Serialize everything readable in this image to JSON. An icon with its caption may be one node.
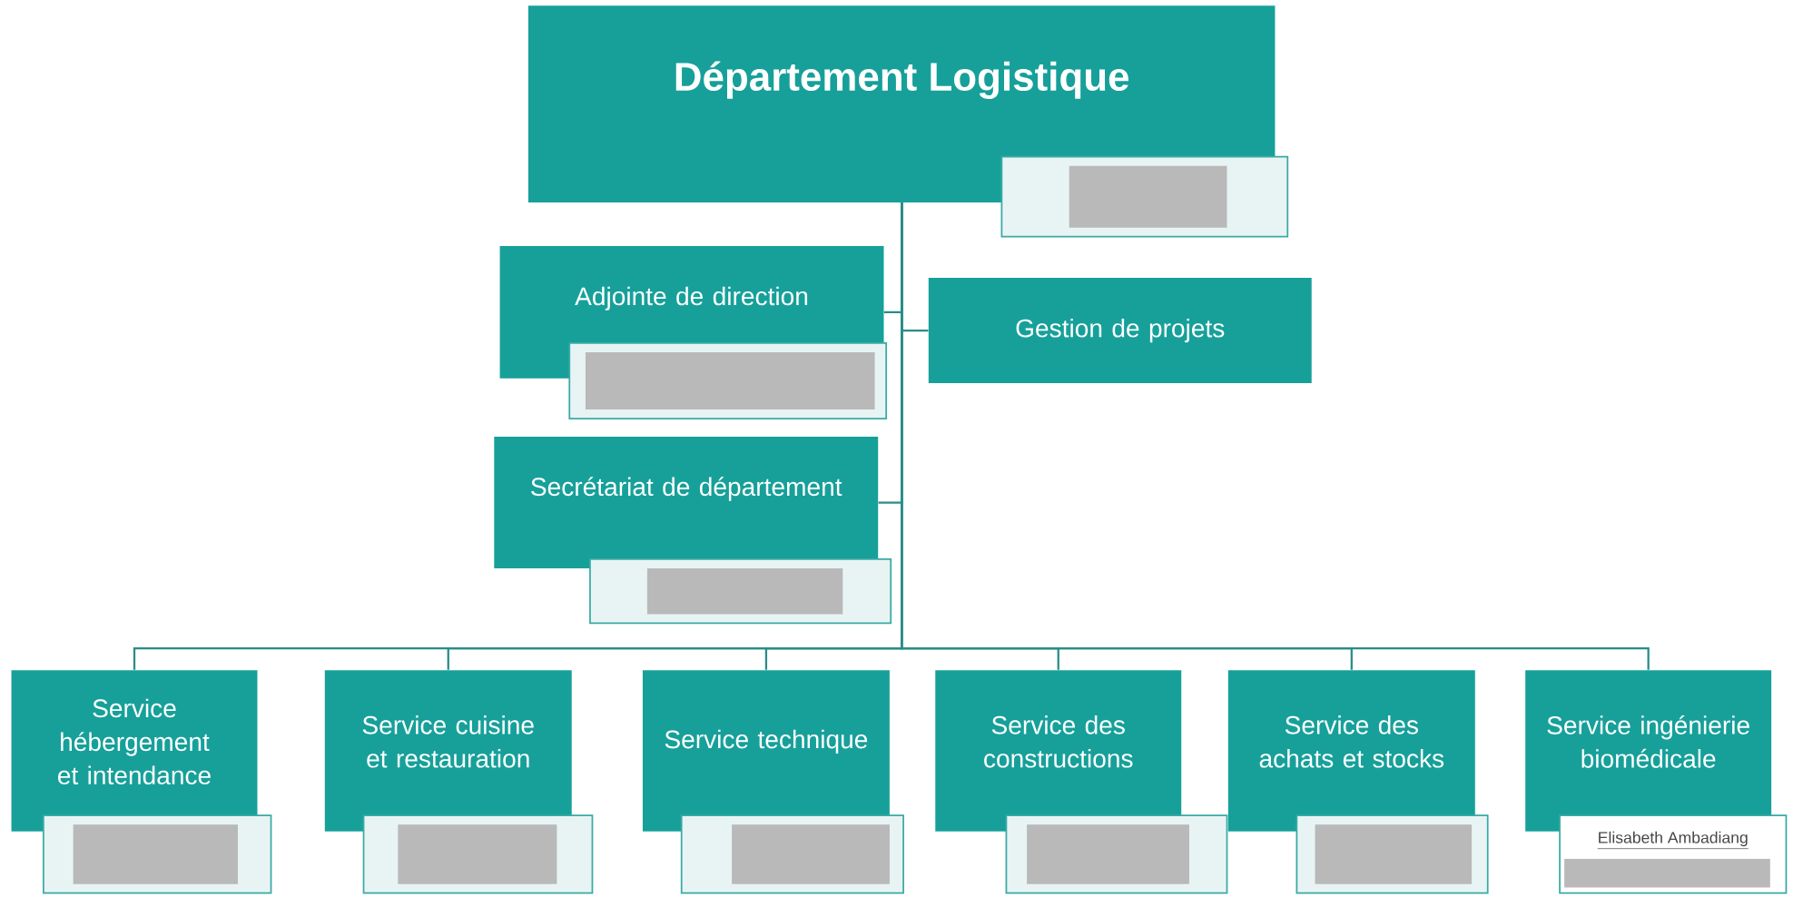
{
  "diagram": {
    "nodes": [
      {
        "text": [
          "Département Logistique"
        ]
      },
      {
        "text": [
          "Adjointe de direction"
        ]
      },
      {
        "text": [
          "Gestion de projets"
        ]
      },
      {
        "text": [
          "Secrétariat de département"
        ]
      },
      {
        "text": [
          "Service hébergement et intendance"
        ]
      },
      {
        "text": [
          "Service cuisine et restauration"
        ]
      },
      {
        "text": [
          "Service technique"
        ]
      },
      {
        "text": [
          "Service des constructions"
        ]
      },
      {
        "text": [
          "Service des achats et stocks"
        ]
      },
      {
        "text": [
          "Service ingénierie biomédicale"
        ],
        "beside": [
          "Elisabeth Ambadiang"
        ]
      }
    ],
    "edges": [
      {
        "from": 0,
        "to": 1,
        "arrow": "none"
      },
      {
        "from": 0,
        "to": 2,
        "arrow": "none"
      },
      {
        "from": 0,
        "to": 3,
        "arrow": "none"
      },
      {
        "from": 0,
        "to": 4,
        "arrow": "none"
      },
      {
        "from": 0,
        "to": 5,
        "arrow": "none"
      },
      {
        "from": 0,
        "to": 6,
        "arrow": "none"
      },
      {
        "from": 0,
        "to": 7,
        "arrow": "none"
      },
      {
        "from": 0,
        "to": 8,
        "arrow": "none"
      },
      {
        "from": 0,
        "to": 9,
        "arrow": "none"
      }
    ]
  }
}
